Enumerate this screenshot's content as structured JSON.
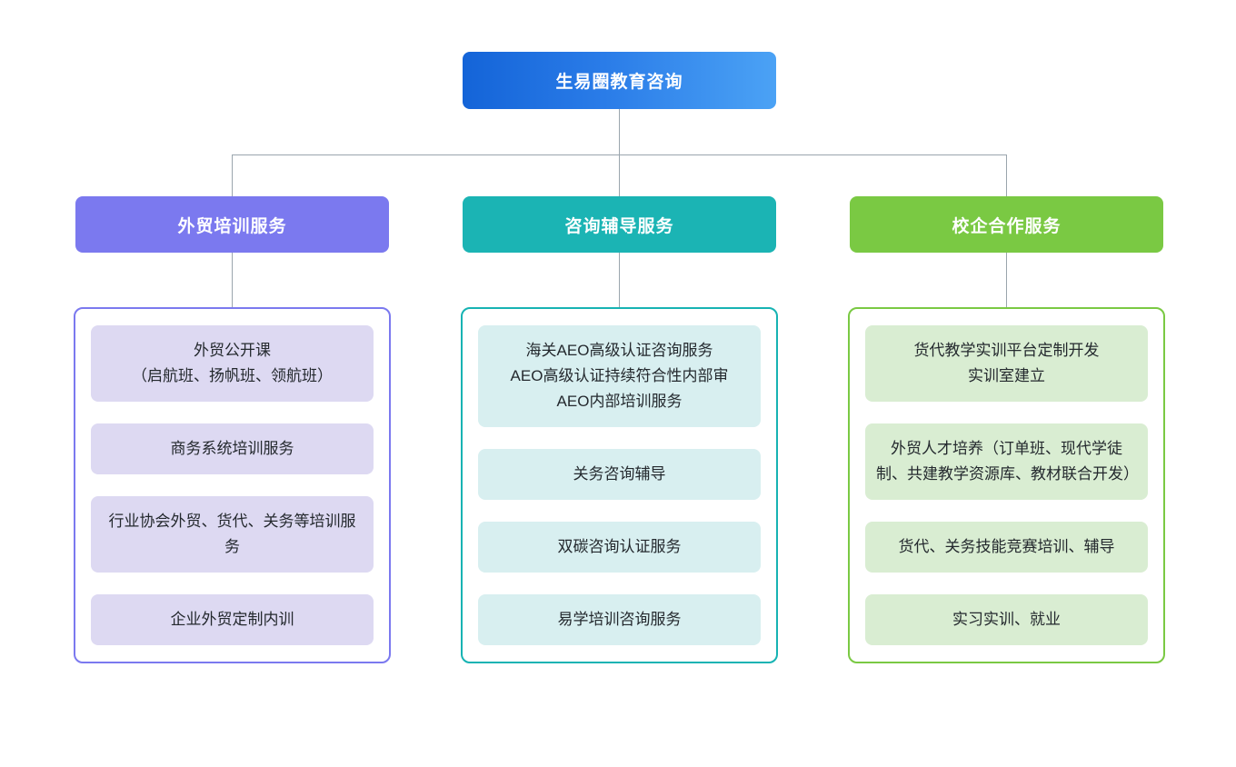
{
  "diagram": {
    "type": "organization-chart",
    "orientation": "top-down",
    "root": {
      "label": "生易圈教育咨询",
      "color_start": "#1464d8",
      "color_end": "#4ba2f5"
    },
    "connector_color": "#9aa5ad",
    "branches": [
      {
        "id": "foreign-trade-training",
        "header": "外贸培训服务",
        "header_color": "#7b79ef",
        "border_color": "#7b79ef",
        "card_color": "#ddd9f2",
        "items": [
          "外贸公开课\n（启航班、扬帆班、领航班）",
          "商务系统培训服务",
          "行业协会外贸、货代、关务等培训服务",
          "企业外贸定制内训"
        ]
      },
      {
        "id": "consulting-tutoring",
        "header": "咨询辅导服务",
        "header_color": "#1bb4b4",
        "border_color": "#16b3b3",
        "card_color": "#d8eff0",
        "items": [
          "海关AEO高级认证咨询服务\nAEO高级认证持续符合性内部审\nAEO内部培训服务",
          "关务咨询辅导",
          "双碳咨询认证服务",
          "易学培训咨询服务"
        ]
      },
      {
        "id": "school-enterprise-cooperation",
        "header": "校企合作服务",
        "header_color": "#7ac943",
        "border_color": "#7ac943",
        "card_color": "#d9edd2",
        "items": [
          "货代教学实训平台定制开发\n实训室建立",
          "外贸人才培养（订单班、现代学徒制、共建教学资源库、教材联合开发）",
          "货代、关务技能竞赛培训、辅导",
          "实习实训、就业"
        ]
      }
    ]
  }
}
